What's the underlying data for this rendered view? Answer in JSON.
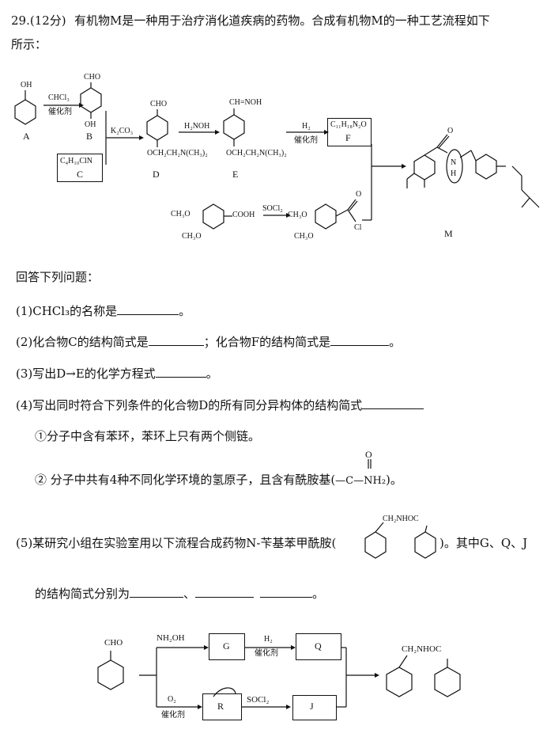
{
  "question": {
    "number_score": "29.(12分)",
    "intro_line1": "有机物M是一种用于治疗消化道疾病的药物。合成有机物M的一种工艺流程如下",
    "intro_line2": "所示："
  },
  "scheme1": {
    "labels": {
      "A": "A",
      "B": "B",
      "C": "C",
      "D": "D",
      "E": "E",
      "F": "F",
      "M": "M"
    },
    "oh": "OH",
    "cho": "CHO",
    "reagent_ab_top": "CHCl₃",
    "reagent_ab_bottom": "催化剂",
    "reagent_bd": "K₂CO₃",
    "reagent_de": "H₂NOH",
    "reagent_ef_top": "H₂",
    "reagent_ef_bottom": "催化剂",
    "c_formula": "C₄H₁₀ClN",
    "f_formula": "C₁₁H₁₈N₂O",
    "d_sub": "OCH₂CH₂N(CH₃)₂",
    "e_sub": "OCH₂CH₂N(CH₃)₂",
    "e_top": "CH=NOH",
    "acid_ch3o_top": "CH₃O",
    "acid_ch3o_bottom": "CH₃O",
    "acid_cooh": "COOH",
    "socl2": "SOCl₂",
    "acyl_ch3o_top": "CH₃O",
    "acyl_ch3o_bottom": "CH₃O",
    "acyl_o": "O",
    "acyl_cl": "Cl",
    "m_o": "O",
    "m_n": "N",
    "m_h": "H"
  },
  "prompt": "回答下列问题：",
  "q1": {
    "before": "(1)CHCl₃的名称是",
    "after": "。"
  },
  "q2": {
    "part1": "(2)化合物C的结构简式是",
    "part2": "；化合物F的结构简式是",
    "after": "。"
  },
  "q3": {
    "before": "(3)写出D→E的化学方程式",
    "after": "。"
  },
  "q4": {
    "text": "(4)写出同时符合下列条件的化合物D的所有同分异构体的结构简式",
    "cond1": "①分子中含有苯环，苯环上只有两个侧链。",
    "cond2": "② 分子中共有4种不同化学环境的氢原子，且含有酰胺基(",
    "cond2_group": "—C—NH₂",
    "cond2_o": "O",
    "cond2_end": ")。"
  },
  "q5": {
    "text": "(5)某研究小组在实验室用以下流程合成药物N-苄基苯甲酰胺(",
    "product_label": "CH₂NHOC",
    "text_end": ")。其中G、Q、J",
    "line2_before": "的结构简式分别为",
    "sep1": "、",
    "after": "。"
  },
  "scheme2": {
    "cho": "CHO",
    "nh2oh": "NH₂OH",
    "g": "G",
    "h2": "H₂",
    "cat1": "催化剂",
    "q": "Q",
    "o2": "O₂",
    "cat2": "催化剂",
    "r": "R",
    "socl2": "SOCl₂",
    "j": "J",
    "product": "CH₂NHOC"
  }
}
